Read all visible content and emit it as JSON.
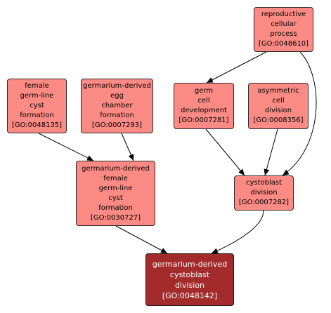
{
  "colors": {
    "node_fill": "#fc8a85",
    "focus_fill": "#a32b2b",
    "focus_text": "#ffffff",
    "edge": "#000000"
  },
  "nodes": [
    {
      "id": "GO:0048610",
      "lines": [
        "reproductive",
        "cellular",
        "process",
        "[GO:0048610]"
      ]
    },
    {
      "id": "GO:0048135",
      "lines": [
        "female",
        "germ-line",
        "cyst",
        "formation",
        "[GO:0048135]"
      ]
    },
    {
      "id": "GO:0007293",
      "lines": [
        "germarium-derived",
        "egg",
        "chamber",
        "formation",
        "[GO:0007293]"
      ]
    },
    {
      "id": "GO:0007281",
      "lines": [
        "germ",
        "cell",
        "development",
        "[GO:0007281]"
      ]
    },
    {
      "id": "GO:0008356",
      "lines": [
        "asymmetric",
        "cell",
        "division",
        "[GO:0008356]"
      ]
    },
    {
      "id": "GO:0030727",
      "lines": [
        "germarium-derived",
        "female",
        "germ-line",
        "cyst",
        "formation",
        "[GO:0030727]"
      ]
    },
    {
      "id": "GO:0007282",
      "lines": [
        "cystoblast",
        "division",
        "[GO:0007282]"
      ]
    },
    {
      "id": "GO:0048142",
      "lines": [
        "germarium-derived",
        "cystoblast",
        "division",
        "[GO:0048142]"
      ],
      "focus": true
    }
  ],
  "edges": [
    {
      "from": "GO:0048610",
      "to": "GO:0007281"
    },
    {
      "from": "GO:0048610",
      "to": "GO:0007282"
    },
    {
      "from": "GO:0048135",
      "to": "GO:0030727"
    },
    {
      "from": "GO:0007293",
      "to": "GO:0030727"
    },
    {
      "from": "GO:0007281",
      "to": "GO:0007282"
    },
    {
      "from": "GO:0008356",
      "to": "GO:0007282"
    },
    {
      "from": "GO:0030727",
      "to": "GO:0048142"
    },
    {
      "from": "GO:0007282",
      "to": "GO:0048142"
    }
  ]
}
